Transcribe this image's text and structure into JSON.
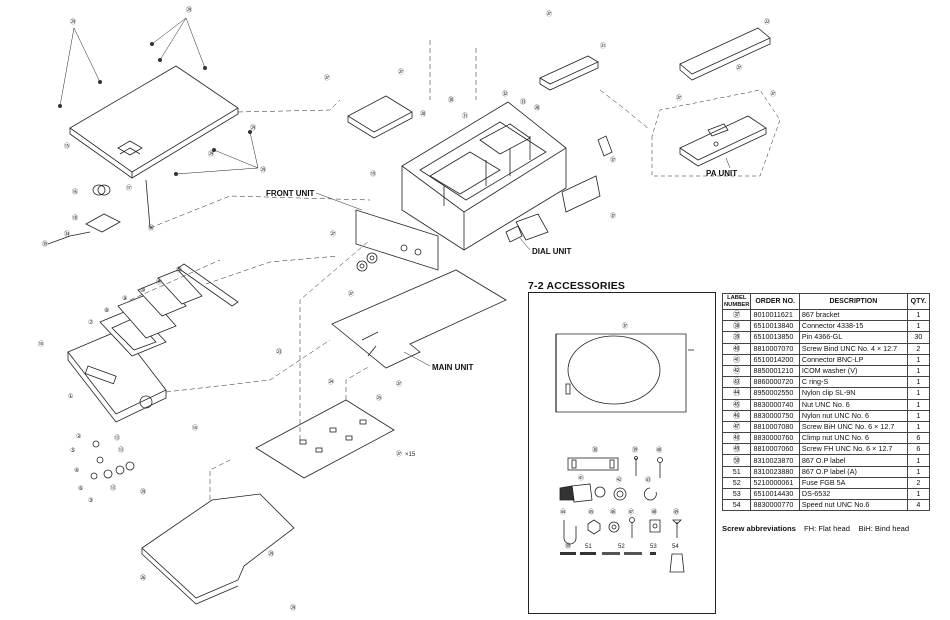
{
  "units": {
    "front": "FRONT UNIT",
    "dial": "DIAL UNIT",
    "main": "MAIN UNIT",
    "pa": "PA UNIT"
  },
  "accessories_title": "7-2 ACCESSORIES",
  "table": {
    "headers": [
      "LABEL NUMBER",
      "ORDER NO.",
      "DESCRIPTION",
      "QTY."
    ],
    "rows": [
      {
        "label": "㊲",
        "order": "8010011621",
        "desc": "867 bracket",
        "qty": "1"
      },
      {
        "label": "㊳",
        "order": "6510013840",
        "desc": "Connector 4338-15",
        "qty": "1"
      },
      {
        "label": "㊴",
        "order": "6510013850",
        "desc": "Pin 4366-GL",
        "qty": "30"
      },
      {
        "label": "㊵",
        "order": "8810007070",
        "desc": "Screw Bind UNC No. 4 × 12.7",
        "qty": "2"
      },
      {
        "label": "㊶",
        "order": "6510014200",
        "desc": "Connector BNC-LP",
        "qty": "1"
      },
      {
        "label": "㊷",
        "order": "8850001210",
        "desc": "ICOM washer (V)",
        "qty": "1"
      },
      {
        "label": "㊸",
        "order": "8860000720",
        "desc": "C ring-S",
        "qty": "1"
      },
      {
        "label": "㊹",
        "order": "8950002550",
        "desc": "Nylon clip SL-9N",
        "qty": "1"
      },
      {
        "label": "㊺",
        "order": "8830000740",
        "desc": "Nut UNC No. 6",
        "qty": "1"
      },
      {
        "label": "㊻",
        "order": "8830000750",
        "desc": "Nylon nut UNC No. 6",
        "qty": "1"
      },
      {
        "label": "㊼",
        "order": "8810007080",
        "desc": "Screw BiH UNC No. 6 × 12.7",
        "qty": "1"
      },
      {
        "label": "㊽",
        "order": "8830000760",
        "desc": "Climp nut UNC No. 6",
        "qty": "6"
      },
      {
        "label": "㊾",
        "order": "8810007060",
        "desc": "Screw FH UNC No. 6 × 12.7",
        "qty": "6"
      },
      {
        "label": "㊿",
        "order": "8310023870",
        "desc": "867 O.P label",
        "qty": "1"
      },
      {
        "label": "51",
        "order": "8310023880",
        "desc": "867 O.P label (A)",
        "qty": "1"
      },
      {
        "label": "52",
        "order": "5210000061",
        "desc": "Fuse FGB 5A",
        "qty": "2"
      },
      {
        "label": "53",
        "order": "6510014430",
        "desc": "DS-6532",
        "qty": "1"
      },
      {
        "label": "54",
        "order": "8830000770",
        "desc": "Speed nut UNC No.6",
        "qty": "4"
      }
    ]
  },
  "abbreviations": {
    "title": "Screw abbreviations",
    "fh": "FH: Flat head",
    "bih": "BiH: Bind head"
  },
  "callouts": {
    "c1": "①",
    "c2": "②",
    "c3": "③",
    "c4": "④",
    "c5": "⑤",
    "c6": "⑥",
    "c7": "⑦",
    "c8": "⑧",
    "c9": "⑨",
    "c10": "⑩",
    "c11": "⑪",
    "c12": "⑫",
    "c13": "⑬",
    "c14": "⑭",
    "c15": "⑮",
    "c16": "⑯",
    "c17": "⑰",
    "c18": "⑱",
    "c19": "⑲",
    "c20": "⑳",
    "c21": "㉑",
    "c22": "㉒",
    "c23": "㉓",
    "c24": "㉔",
    "c25": "㉕",
    "c26": "㉖",
    "c27": "㉗",
    "c28": "㉘",
    "c29": "㉙",
    "c30": "㉚",
    "c31": "㉛",
    "c32": "㉜",
    "c33": "㉝",
    "c34": "㉞",
    "c35": "㉟",
    "c36": "㊱",
    "c37": "㊲",
    "c38": "㊳",
    "c39": "㊴",
    "c40": "㊵",
    "c41": "㊶",
    "c42": "㊷",
    "c43": "㊸",
    "c44": "㊹",
    "c45": "㊺",
    "c46": "㊻",
    "c47": "㊼",
    "c48": "㊽",
    "c49": "㊾",
    "c50": "㊿",
    "c51": "51",
    "c52": "52",
    "c53": "53",
    "c54": "54",
    "x15": "×15"
  }
}
